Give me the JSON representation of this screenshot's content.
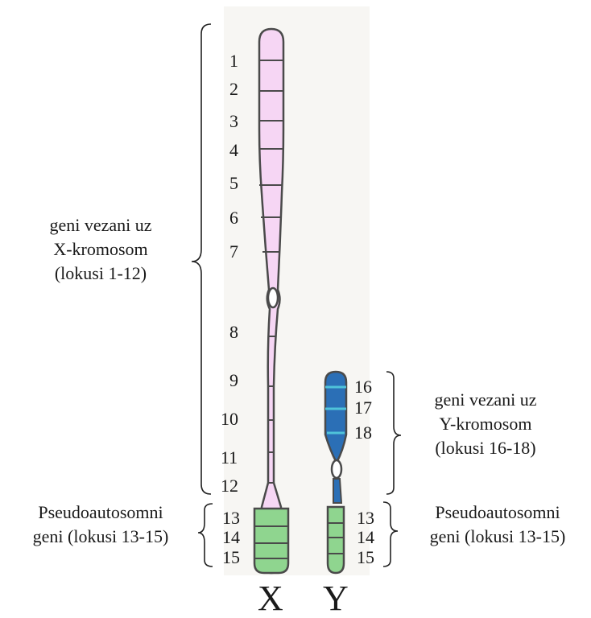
{
  "diagram": {
    "colors": {
      "x_chromosome": "#f6d6f4",
      "y_chromosome": "#2b6fb6",
      "y_band_highlight": "#4fc3d9",
      "pseudoautosomal": "#8fd58f",
      "outline": "#4a4a4a",
      "background_panel": "#f7f6f3"
    },
    "x_chromosome": {
      "label": "X",
      "loci": [
        "1",
        "2",
        "3",
        "4",
        "5",
        "6",
        "7",
        "8",
        "9",
        "10",
        "11",
        "12",
        "13",
        "14",
        "15"
      ]
    },
    "y_chromosome": {
      "label": "Y",
      "loci": [
        "16",
        "17",
        "18",
        "13",
        "14",
        "15"
      ]
    },
    "annotations": {
      "x_linked": [
        "geni vezani uz",
        "X-kromosom",
        "(lokusi 1-12)"
      ],
      "x_pseudo": [
        "Pseudoautosomni",
        "geni (lokusi 13-15)"
      ],
      "y_linked": [
        "geni vezani uz",
        "Y-kromosom",
        "(lokusi 16-18)"
      ],
      "y_pseudo": [
        "Pseudoautosomni",
        "geni (lokusi 13-15)"
      ]
    }
  }
}
